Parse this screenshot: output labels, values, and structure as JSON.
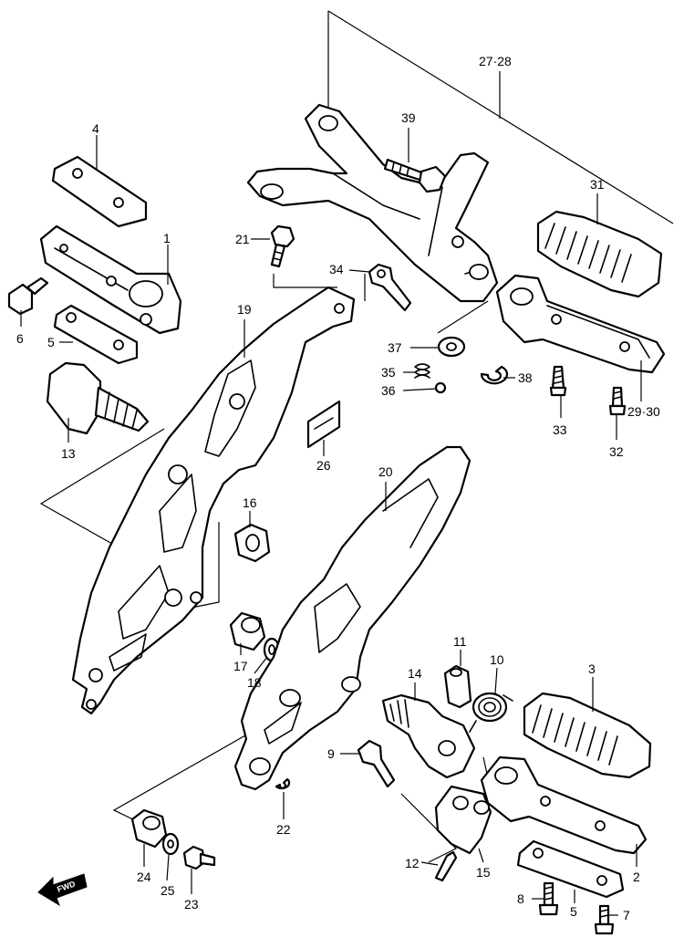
{
  "diagram": {
    "labels": {
      "l1": "1",
      "l2": "2",
      "l3": "3",
      "l4": "4",
      "l5a": "5",
      "l5b": "5",
      "l6": "6",
      "l7": "7",
      "l8": "8",
      "l9": "9",
      "l10": "10",
      "l11": "11",
      "l12": "12",
      "l13": "13",
      "l14": "14",
      "l15": "15",
      "l16": "16",
      "l17": "17",
      "l18": "18",
      "l19": "19",
      "l20": "20",
      "l21": "21",
      "l22": "22",
      "l23": "23",
      "l24": "24",
      "l25": "25",
      "l26": "26",
      "l2728": "27·28",
      "l2930": "29·30",
      "l31": "31",
      "l32": "32",
      "l33": "33",
      "l34": "34",
      "l35": "35",
      "l36": "36",
      "l37": "37",
      "l38": "38",
      "l39": "39"
    },
    "fwd_arrow_text": "FWD"
  }
}
